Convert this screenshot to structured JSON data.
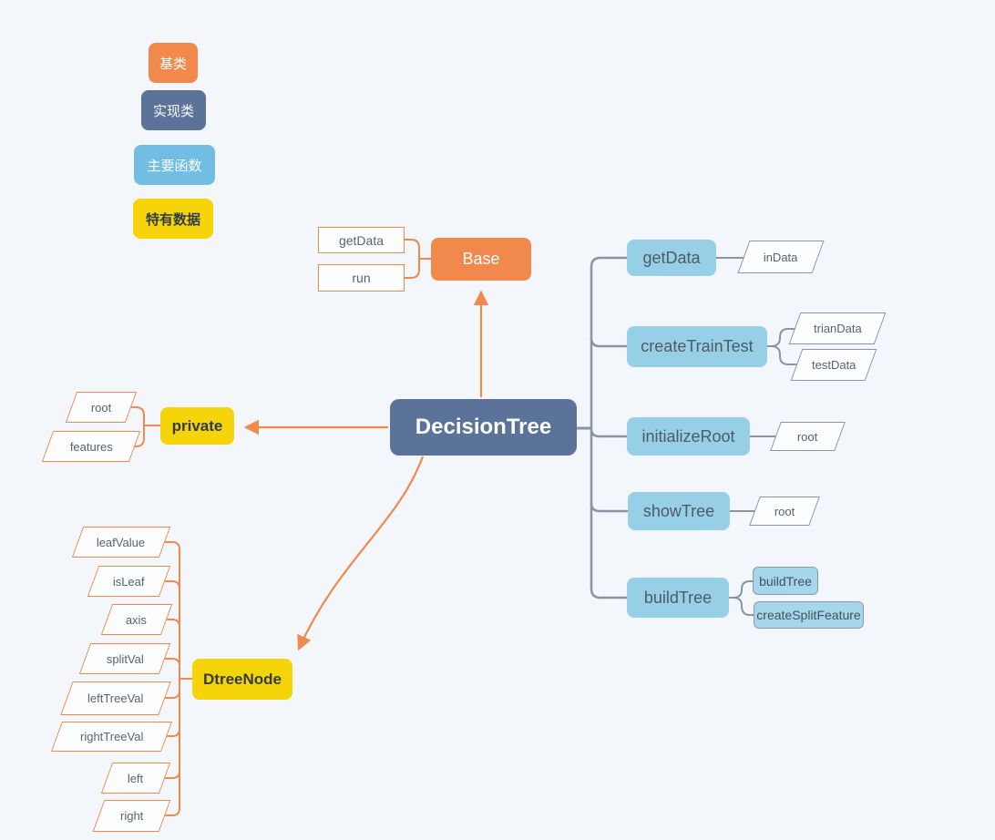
{
  "colors": {
    "background": "#f3f7fb",
    "base_orange": "#f0894b",
    "impl_dark_blue": "#5b7299",
    "legend_light_blue": "#72bde4",
    "function_light_blue": "#97d0e6",
    "data_yellow": "#f5d40a",
    "gray_connector": "#8a94a3",
    "label_text": "#5a6270"
  },
  "legend": {
    "items": [
      {
        "label": "基类",
        "type": "base-class"
      },
      {
        "label": "实现类",
        "type": "implementation-class"
      },
      {
        "label": "主要函数",
        "type": "main-function"
      },
      {
        "label": "特有数据",
        "type": "specific-data"
      }
    ]
  },
  "base_group": {
    "label": "Base",
    "methods": [
      "getData",
      "run"
    ]
  },
  "decision_tree": {
    "label": "DecisionTree"
  },
  "private_group": {
    "label": "private",
    "fields": [
      "root",
      "features"
    ]
  },
  "dtree_group": {
    "label": "DtreeNode",
    "fields": [
      "leafValue",
      "isLeaf",
      "axis",
      "splitVal",
      "leftTreeVal",
      "rightTreeVal",
      "left",
      "right"
    ]
  },
  "functions": [
    {
      "label": "getData",
      "params": [
        "inData"
      ]
    },
    {
      "label": "createTrainTest",
      "params": [
        "trianData",
        "testData"
      ]
    },
    {
      "label": "initializeRoot",
      "params": [
        "root"
      ]
    },
    {
      "label": "showTree",
      "params": [
        "root"
      ]
    },
    {
      "label": "buildTree",
      "subs": [
        "buildTree",
        "createSplitFeature"
      ]
    }
  ]
}
